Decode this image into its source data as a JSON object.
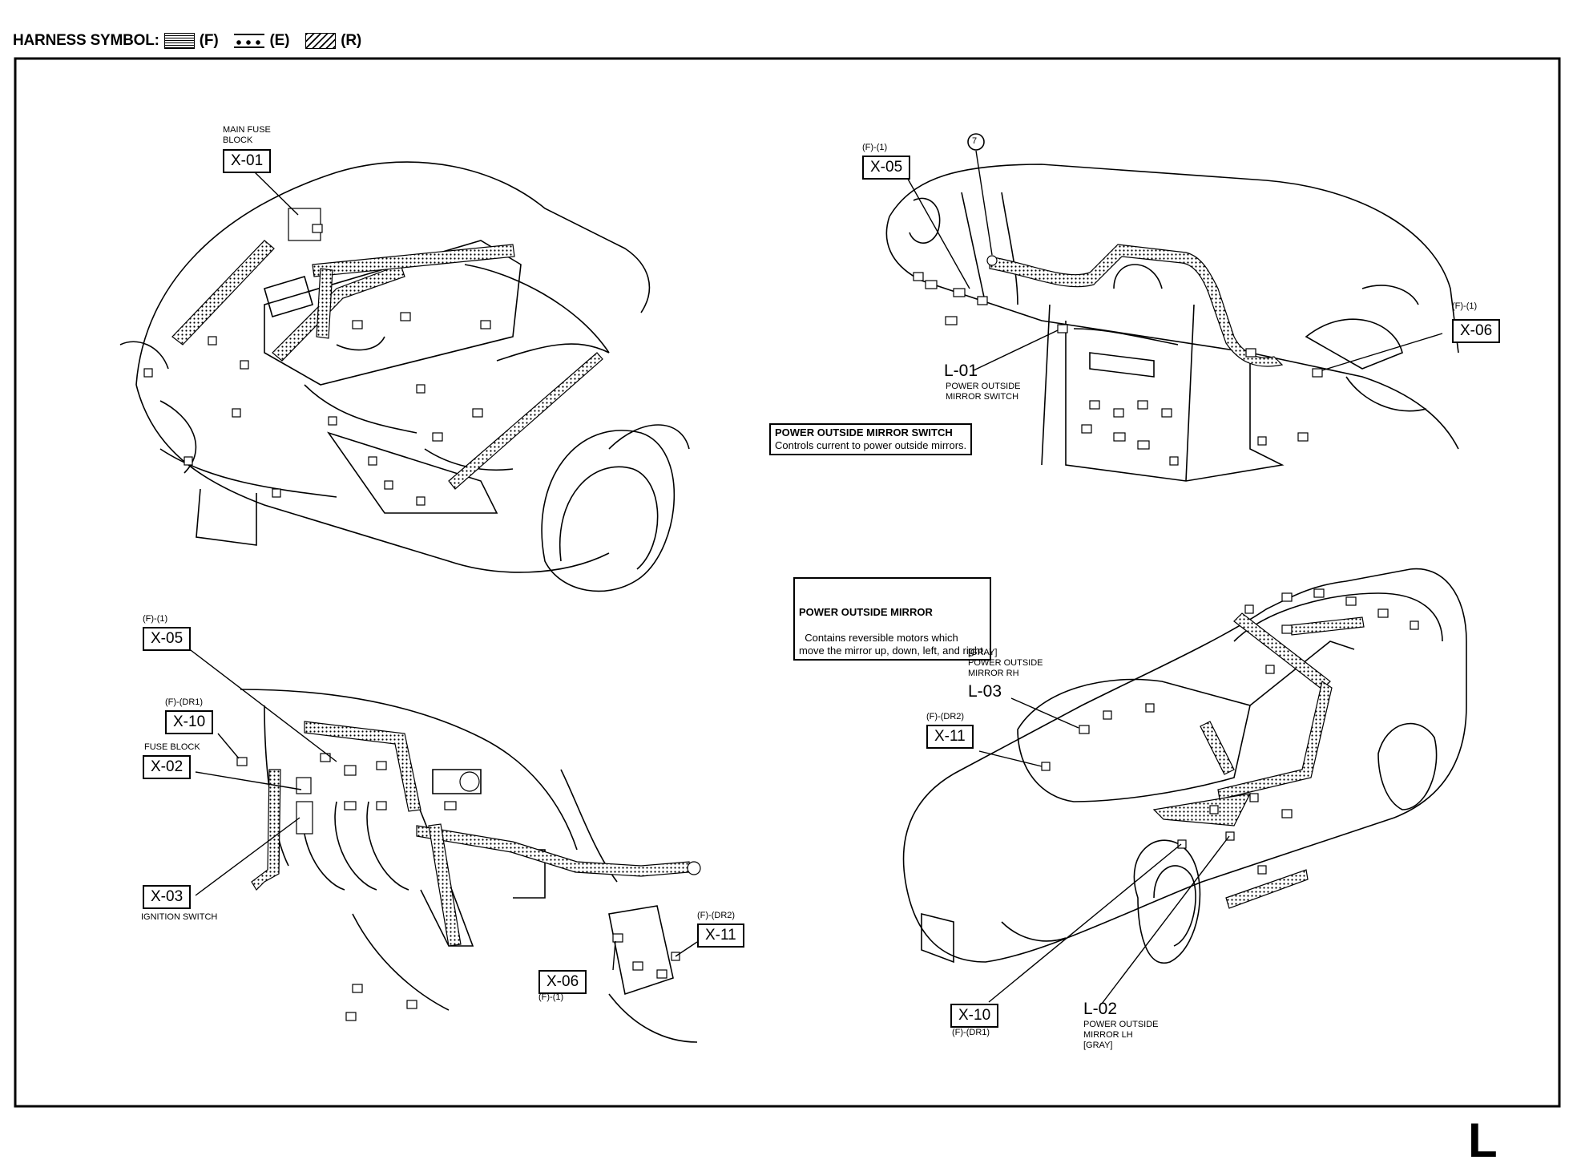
{
  "header": {
    "title": "HARNESS SYMBOL:",
    "symbols": [
      {
        "icon": "harness-front-pattern-icon",
        "label": "(F)"
      },
      {
        "icon": "harness-engine-dots-icon",
        "label": "(E)"
      },
      {
        "icon": "harness-rear-hatch-icon",
        "label": "(R)"
      }
    ]
  },
  "page_letter": "L",
  "panels": {
    "engine_bay": {
      "x01": {
        "desc": "MAIN FUSE\nBLOCK",
        "code": "X-01"
      }
    },
    "dashboard": {
      "ground_point": "7",
      "x05": {
        "sub": "(F)-(1)",
        "code": "X-05"
      },
      "x06": {
        "sub": "(F)-(1)",
        "code": "X-06"
      },
      "l01": {
        "code": "L-01",
        "desc": "POWER OUTSIDE\nMIRROR SWITCH"
      },
      "note": {
        "title": "POWER OUTSIDE MIRROR SWITCH",
        "body": "Controls current to power outside mirrors."
      }
    },
    "dash_left": {
      "x05": {
        "sub": "(F)-(1)",
        "code": "X-05"
      },
      "x10": {
        "sub": "(F)-(DR1)",
        "code": "X-10"
      },
      "x02": {
        "desc": "FUSE BLOCK",
        "code": "X-02"
      },
      "x03": {
        "code": "X-03",
        "desc": "IGNITION SWITCH"
      },
      "x06": {
        "code": "X-06",
        "sub": "(F)-(1)"
      },
      "x11": {
        "sub": "(F)-(DR2)",
        "code": "X-11"
      }
    },
    "car": {
      "note": {
        "title": "POWER OUTSIDE MIRROR",
        "body": "Contains reversible motors which\nmove the mirror up, down, left, and right."
      },
      "l03": {
        "desc": "[GRAY]\nPOWER OUTSIDE\nMIRROR RH",
        "code": "L-03"
      },
      "x11": {
        "sub": "(F)-(DR2)",
        "code": "X-11"
      },
      "x10": {
        "code": "X-10",
        "sub": "(F)-(DR1)"
      },
      "l02": {
        "code": "L-02",
        "desc": "POWER OUTSIDE\nMIRROR LH\n[GRAY]"
      }
    }
  }
}
